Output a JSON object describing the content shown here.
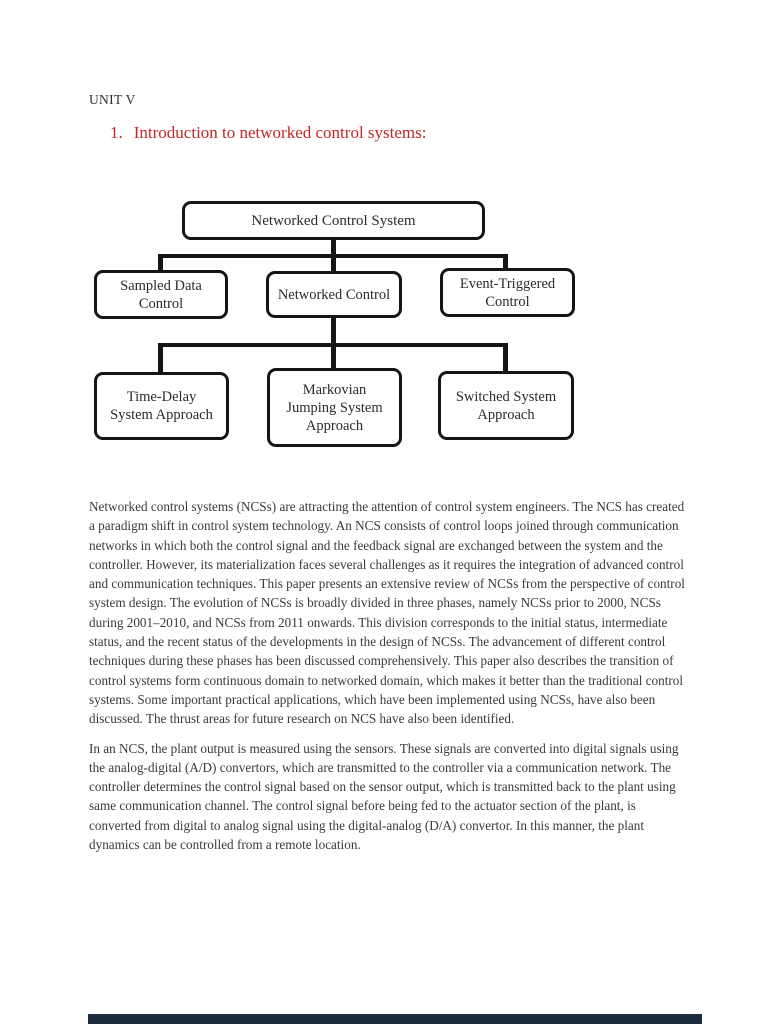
{
  "document": {
    "unit_label": "UNIT V",
    "heading": {
      "number": "1.",
      "text": "Introduction to networked control systems:"
    },
    "paragraphs": {
      "p1": "Networked control systems (NCSs) are attracting the attention of control system engineers. The NCS has created a paradigm shift in control system technology. An NCS consists of control loops joined through communication networks in which both the control signal and the feedback signal are exchanged between the system and the controller. However, its materialization faces several challenges as it requires the integration of advanced control and communication techniques. This paper presents an extensive review of NCSs from the perspective of control system design. The evolution of NCSs is broadly divided in three phases, namely NCSs prior to 2000, NCSs during 2001–2010, and NCSs from 2011 onwards. This division corresponds to the initial status, intermediate status, and the recent status of the developments in the design of NCSs. The advancement of different control techniques during these phases has been discussed comprehensively. This paper also describes the transition of control systems form continuous domain to networked domain, which makes it better than the traditional control systems. Some important practical applications, which have been implemented using NCSs, have also been discussed. The thrust areas for future research on NCS have also been identified.",
      "p2": "In an NCS, the plant output is measured using the sensors. These signals are converted into digital signals using the analog-digital (A/D) convertors, which are transmitted to the controller via a communication network. The controller determines the control signal based on the sensor output, which is transmitted back to the plant using same communication channel. The control signal before being fed to the actuator section of the plant, is converted from digital to analog signal using the digital-analog (D/A) convertor. In this manner, the plant dynamics can be controlled from a remote location."
    }
  },
  "diagram": {
    "boxes": {
      "root": {
        "lines": [
          "Networked Control System"
        ]
      },
      "sampled": {
        "lines": [
          "Sampled Data",
          "Control"
        ]
      },
      "networked": {
        "lines": [
          "Networked Control"
        ]
      },
      "event": {
        "lines": [
          "Event-Triggered",
          "Control"
        ]
      },
      "timedelay": {
        "lines": [
          "Time-Delay",
          "System Approach"
        ]
      },
      "markovian": {
        "lines": [
          "Markovian",
          "Jumping System",
          "Approach"
        ]
      },
      "switched": {
        "lines": [
          "Switched System",
          "Approach"
        ]
      }
    }
  },
  "colors": {
    "heading_red": "#c32727",
    "diagram_line": "#151515",
    "body_text": "#3a3a3a",
    "footer_bar": "#1d2b3f"
  }
}
